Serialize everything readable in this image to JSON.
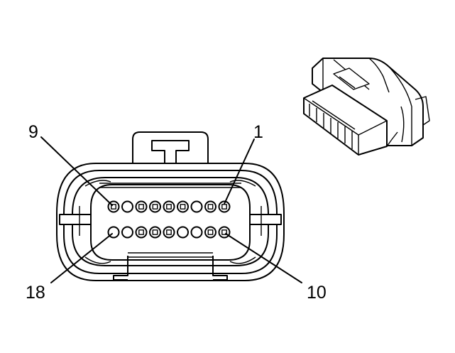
{
  "labels": {
    "pin_top_left": "9",
    "pin_top_right": "1",
    "pin_bottom_left": "18",
    "pin_bottom_right": "10"
  },
  "rows": {
    "top": [
      "square",
      "round",
      "square",
      "square",
      "square",
      "square",
      "round",
      "square",
      "square"
    ],
    "bottom": [
      "round",
      "round",
      "square",
      "square",
      "square",
      "round",
      "round",
      "square",
      "square"
    ]
  },
  "colors": {
    "line": "#000000",
    "background": "#ffffff"
  }
}
